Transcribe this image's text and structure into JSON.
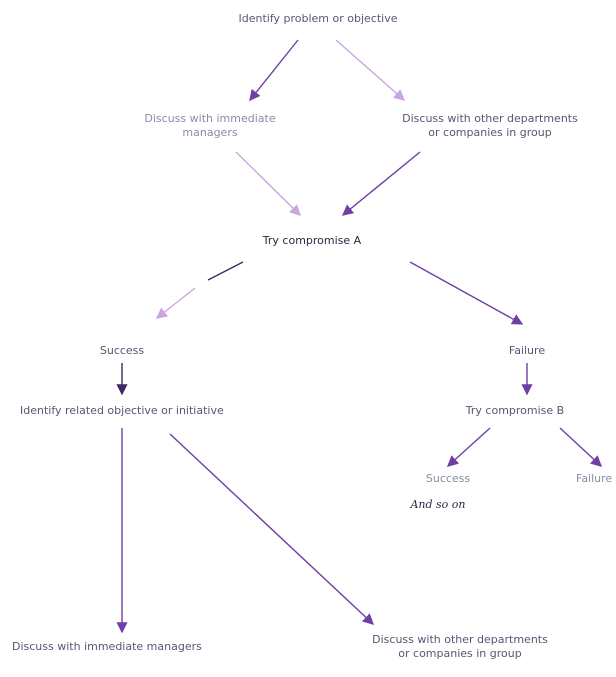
{
  "diagram": {
    "top": "Identify problem or objective",
    "left_discuss": {
      "line1": "Discuss with immediate",
      "line2": "managers"
    },
    "right_discuss": {
      "line1": "Discuss with other departments",
      "line2": "or companies in group"
    },
    "compromise_a": "Try compromise A",
    "success": "Success",
    "failure": "Failure",
    "identify_related": "Identify related objective or initiative",
    "compromise_b": "Try compromise B",
    "success_b": "Success",
    "failure_b": "Failure",
    "and_so_on": "And so on",
    "bottom_left": "Discuss with immediate managers",
    "bottom_right": {
      "line1": "Discuss with other departments",
      "line2": "or companies in group"
    }
  }
}
